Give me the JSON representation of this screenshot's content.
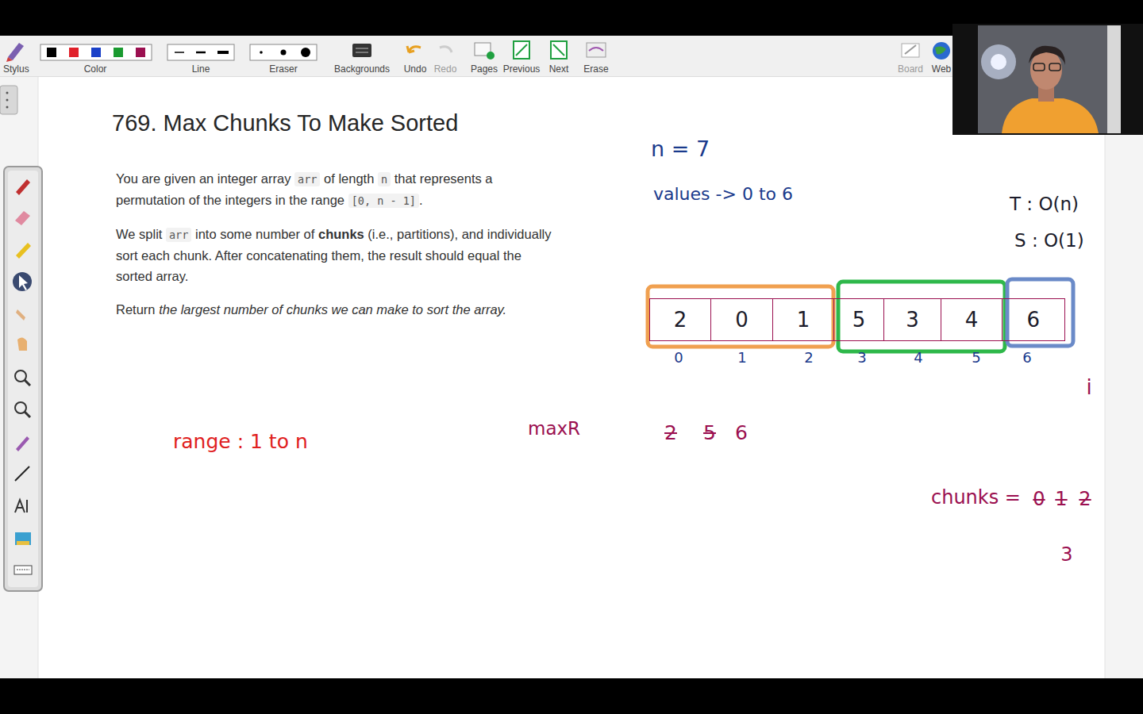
{
  "diagram": {
    "title": "769. Max Chunks To Make Sorted",
    "nodes": [
      {
        "text": [
          "2"
        ]
      },
      {
        "text": [
          "0"
        ]
      },
      {
        "text": [
          "1"
        ]
      },
      {
        "text": [
          "5"
        ]
      },
      {
        "text": [
          "3"
        ]
      },
      {
        "text": [
          "4"
        ]
      },
      {
        "text": [
          "6"
        ]
      }
    ],
    "labels": [
      "Stylus",
      "Color",
      "Line",
      "Eraser",
      "Backgrounds",
      "Undo",
      "Redo",
      "Pages",
      "Previous",
      "Next",
      "Erase",
      "Board",
      "Web",
      "You are given an integer array",
      "arr",
      "of length",
      "n",
      "that represents a permutation of the integers in the range",
      "[0, n - 1]",
      ".",
      "We split",
      "arr",
      "into some number of",
      "chunks",
      "(i.e., partitions), and individually sort each chunk. After concatenating them, the result should equal the sorted array.",
      "Return",
      "the largest number of chunks we can make to sort the array.",
      "n = 7",
      "values -> 0 to 6",
      "T : O(n)",
      "S : O(1)",
      "0",
      "1",
      "2",
      "3",
      "4",
      "5",
      "6",
      "i",
      "range : 1 to n",
      "maxR",
      "2",
      "5",
      "6",
      "chunks =",
      "0",
      "1",
      "2",
      "3"
    ]
  }
}
